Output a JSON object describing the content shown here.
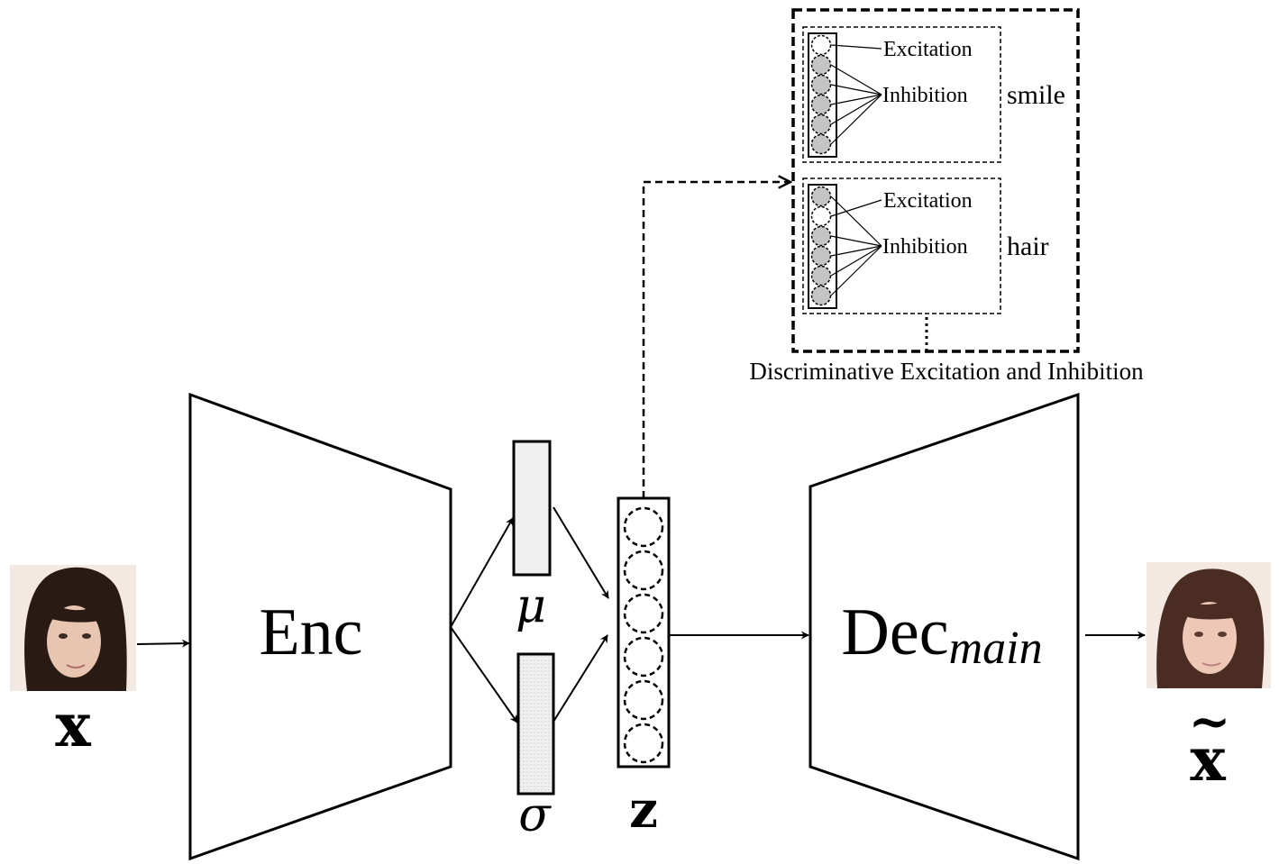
{
  "labels": {
    "input": "x",
    "output": "x",
    "output_accent": "~",
    "enc": "Enc",
    "dec": "Dec",
    "dec_subscript": "main",
    "mu": "μ",
    "sigma": "σ",
    "z": "z",
    "module_caption": "Discriminative Excitation and Inhibition"
  },
  "attribute_groups": [
    {
      "name": "smile",
      "excitation": "Excitation",
      "inhibition": "Inhibition",
      "excited_index": 0
    },
    {
      "name": "hair",
      "excitation": "Excitation",
      "inhibition": "Inhibition",
      "excited_index": 1
    }
  ],
  "latent": {
    "units": 6,
    "attribute_units": 6
  },
  "colors": {
    "stroke": "#000000",
    "mu_fill": "#f0f0f0",
    "sigma_fill": "#e6e6e6",
    "inhibited_unit": "#c4c4c4",
    "excited_unit": "#ffffff",
    "hair": "#2a1a14",
    "skin": "#e8c5b0",
    "photo_bg": "#f3e9e2"
  }
}
